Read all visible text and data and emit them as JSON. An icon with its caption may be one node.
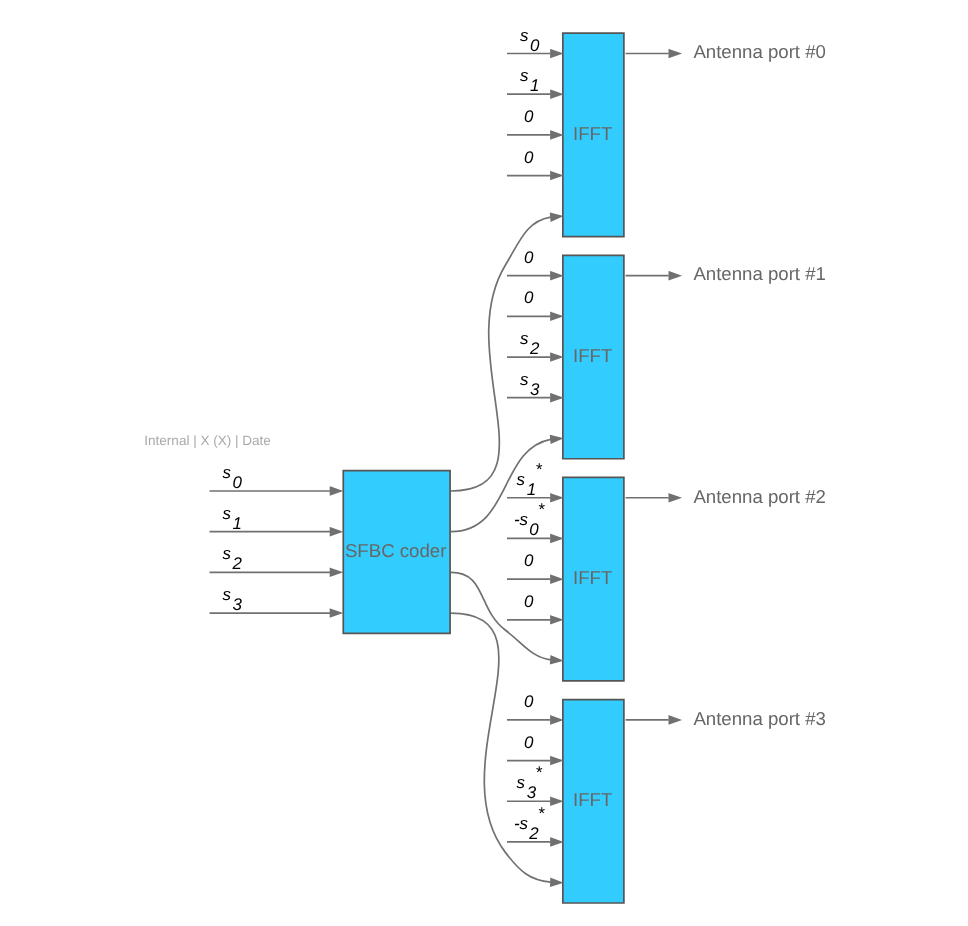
{
  "diagram": {
    "nodes": [
      {
        "text": [
          "SFBC coder"
        ]
      },
      {
        "text": [
          "IFFT"
        ]
      },
      {
        "text": [
          "IFFT"
        ]
      },
      {
        "text": [
          "IFFT"
        ]
      },
      {
        "text": [
          "IFFT"
        ]
      },
      {
        "text": [
          "Antenna port #0"
        ]
      },
      {
        "text": [
          "Antenna port #1"
        ]
      },
      {
        "text": [
          "Antenna port #2"
        ]
      },
      {
        "text": [
          "Antenna port #3"
        ]
      }
    ],
    "edges": [
      {
        "from": null,
        "to": 0,
        "arrow": "to",
        "label": "s$_{0}$"
      },
      {
        "from": null,
        "to": 0,
        "arrow": "to",
        "label": "s$_{1}$"
      },
      {
        "from": null,
        "to": 0,
        "arrow": "to",
        "label": "s$_{2}$"
      },
      {
        "from": null,
        "to": 0,
        "arrow": "to",
        "label": "s$_{3}$"
      },
      {
        "from": 0,
        "to": 1,
        "arrow": "to"
      },
      {
        "from": 0,
        "to": 2,
        "arrow": "to"
      },
      {
        "from": 0,
        "to": 3,
        "arrow": "to"
      },
      {
        "from": 0,
        "to": 4,
        "arrow": "to"
      },
      {
        "from": null,
        "to": 1,
        "arrow": "to",
        "label": "s$_{0}$"
      },
      {
        "from": null,
        "to": 1,
        "arrow": "to",
        "label": "s$_{1}$"
      },
      {
        "from": null,
        "to": 1,
        "arrow": "to",
        "label": "0"
      },
      {
        "from": null,
        "to": 1,
        "arrow": "to",
        "label": "0"
      },
      {
        "from": null,
        "to": 2,
        "arrow": "to",
        "label": "0"
      },
      {
        "from": null,
        "to": 2,
        "arrow": "to",
        "label": "0"
      },
      {
        "from": null,
        "to": 2,
        "arrow": "to",
        "label": "s$_{2}$"
      },
      {
        "from": null,
        "to": 2,
        "arrow": "to",
        "label": "s$_{3}$"
      },
      {
        "from": null,
        "to": 3,
        "arrow": "to",
        "label": "s$_{1}$$^{*}$"
      },
      {
        "from": null,
        "to": 3,
        "arrow": "to",
        "label": "-s$_{0}$$^{*}$"
      },
      {
        "from": null,
        "to": 3,
        "arrow": "to",
        "label": "0"
      },
      {
        "from": null,
        "to": 3,
        "arrow": "to",
        "label": "0"
      },
      {
        "from": null,
        "to": 4,
        "arrow": "to",
        "label": "0"
      },
      {
        "from": null,
        "to": 4,
        "arrow": "to",
        "label": "0"
      },
      {
        "from": null,
        "to": 4,
        "arrow": "to",
        "label": "s$_{3}$$^{*}$"
      },
      {
        "from": null,
        "to": 4,
        "arrow": "to",
        "label": "-s$_{2}$$^{*}$"
      },
      {
        "from": 1,
        "to": 5,
        "arrow": "to"
      },
      {
        "from": 2,
        "to": 6,
        "arrow": "to"
      },
      {
        "from": 3,
        "to": 7,
        "arrow": "to"
      },
      {
        "from": 4,
        "to": 8,
        "arrow": "to"
      }
    ],
    "labels": [
      "Internal | X (X) | Date"
    ]
  }
}
